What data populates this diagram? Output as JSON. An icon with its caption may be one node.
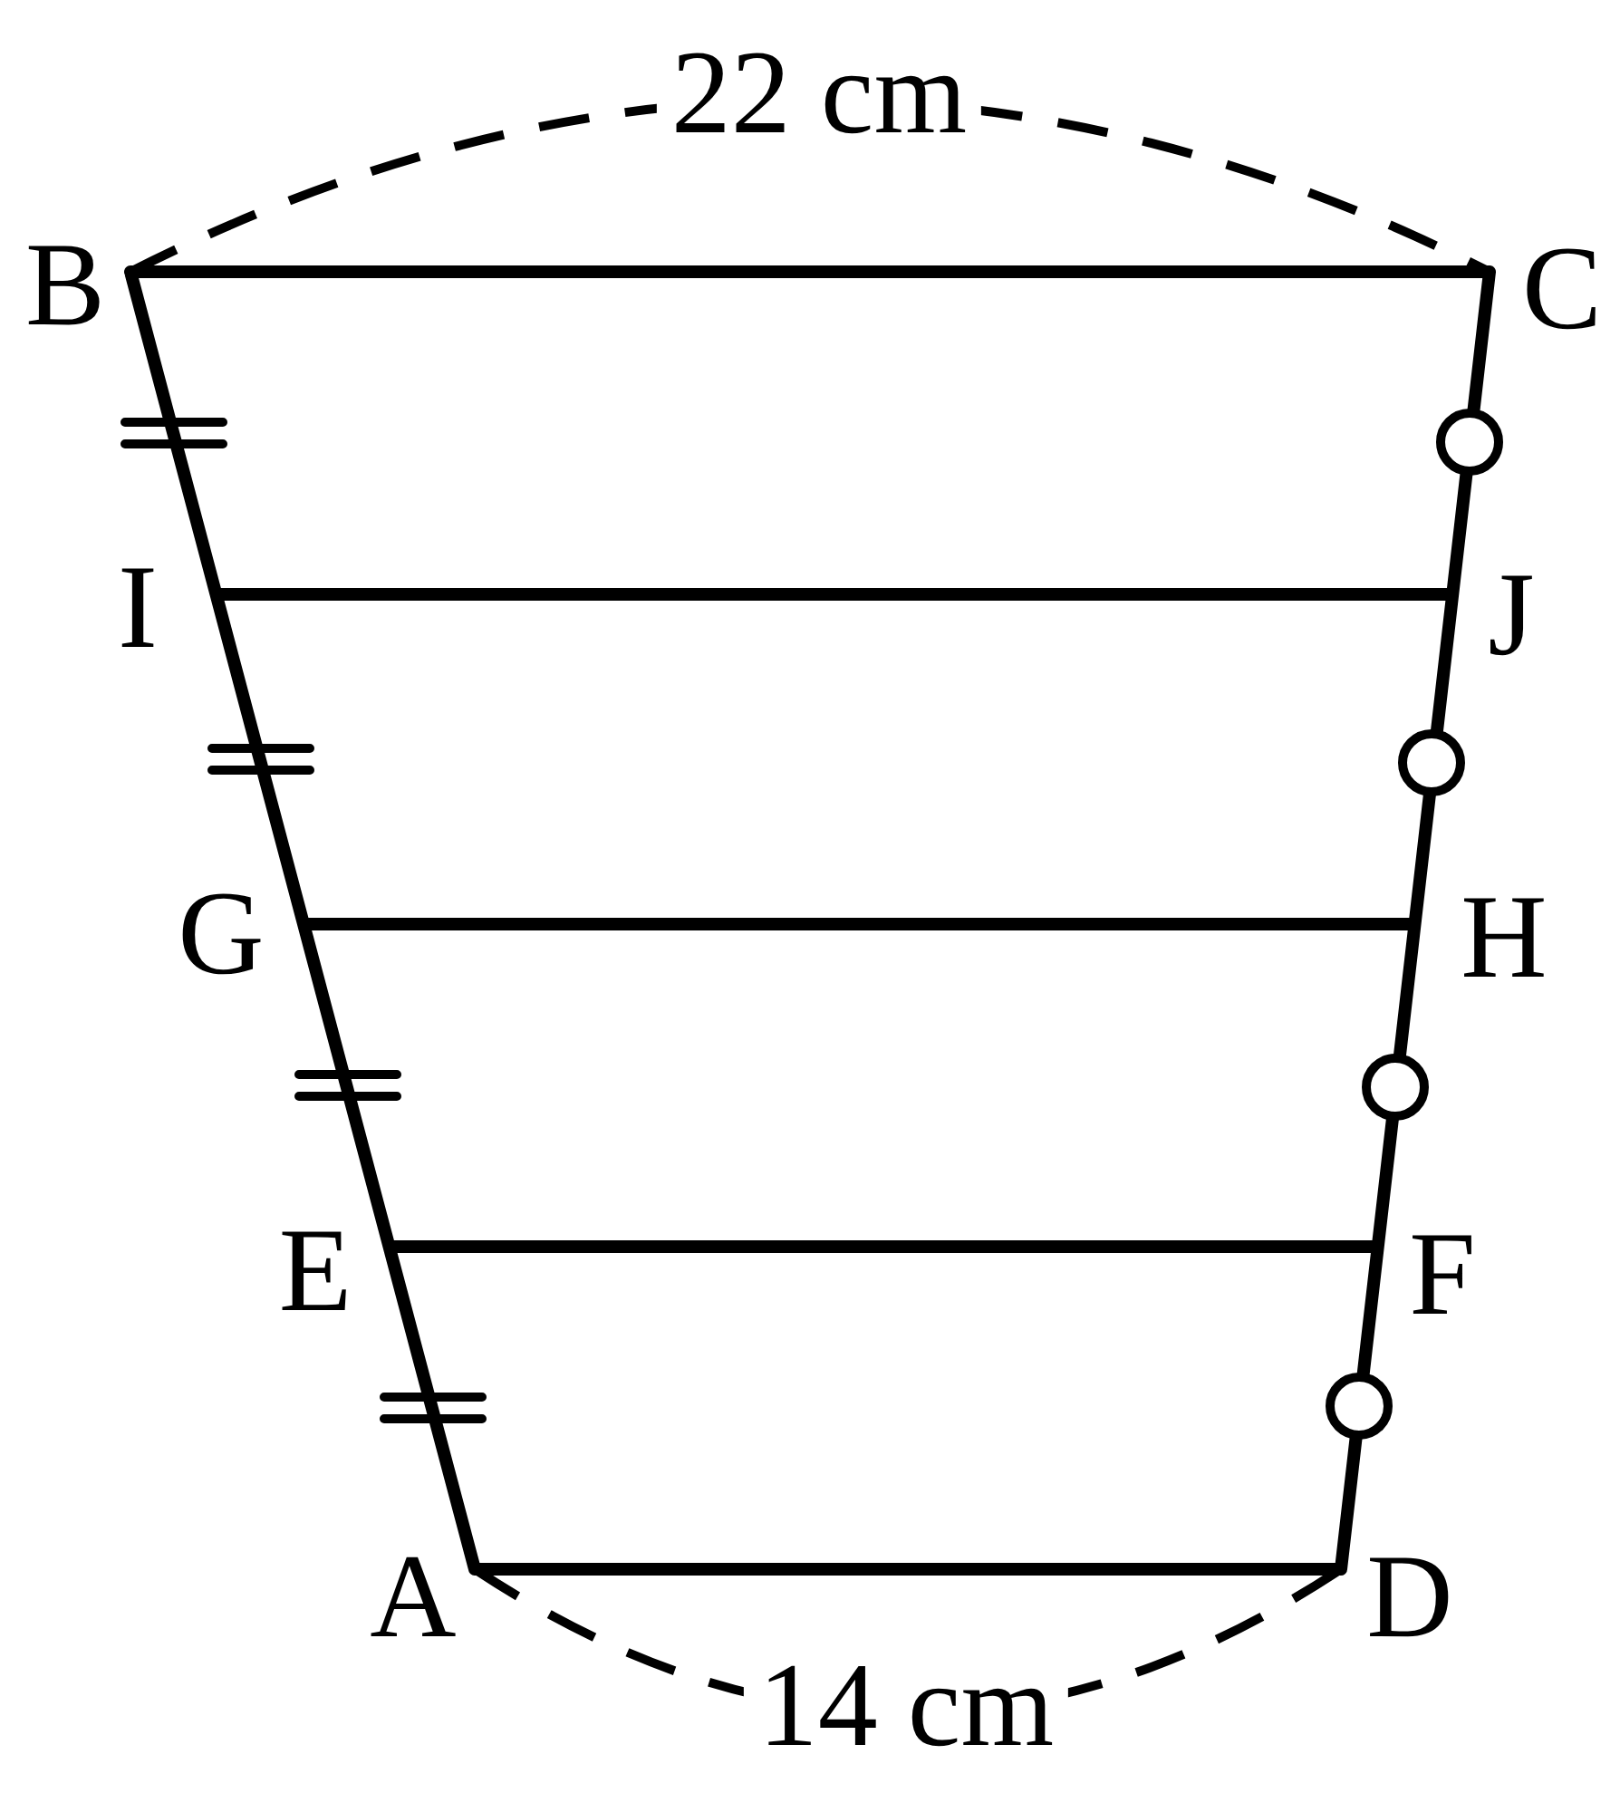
{
  "diagram": {
    "labels": [
      "22 cm",
      "B",
      "C",
      "I",
      "J",
      "G",
      "H",
      "E",
      "F",
      "A",
      "D",
      "14 cm"
    ]
  }
}
